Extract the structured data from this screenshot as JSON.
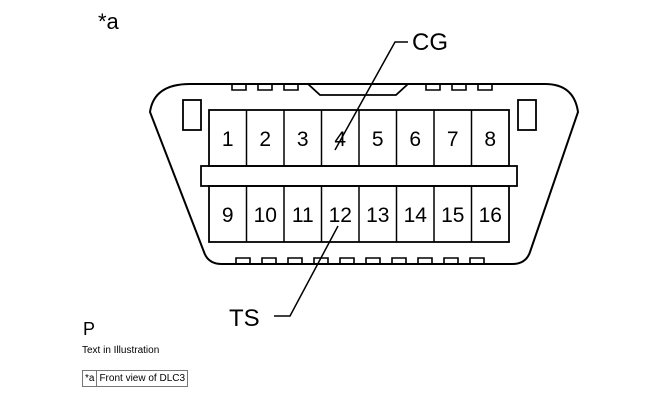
{
  "diagram": {
    "corner_label": "*a",
    "pins_top": [
      "1",
      "2",
      "3",
      "4",
      "5",
      "6",
      "7",
      "8"
    ],
    "pins_bottom": [
      "9",
      "10",
      "11",
      "12",
      "13",
      "14",
      "15",
      "16"
    ],
    "callouts": [
      {
        "text": "CG",
        "pin": "4"
      },
      {
        "text": "TS",
        "pin": "12"
      }
    ]
  },
  "footer": {
    "letter": "P",
    "caption": "Text in Illustration",
    "legend": [
      {
        "key": "*a",
        "value": "Front view of DLC3"
      }
    ]
  }
}
